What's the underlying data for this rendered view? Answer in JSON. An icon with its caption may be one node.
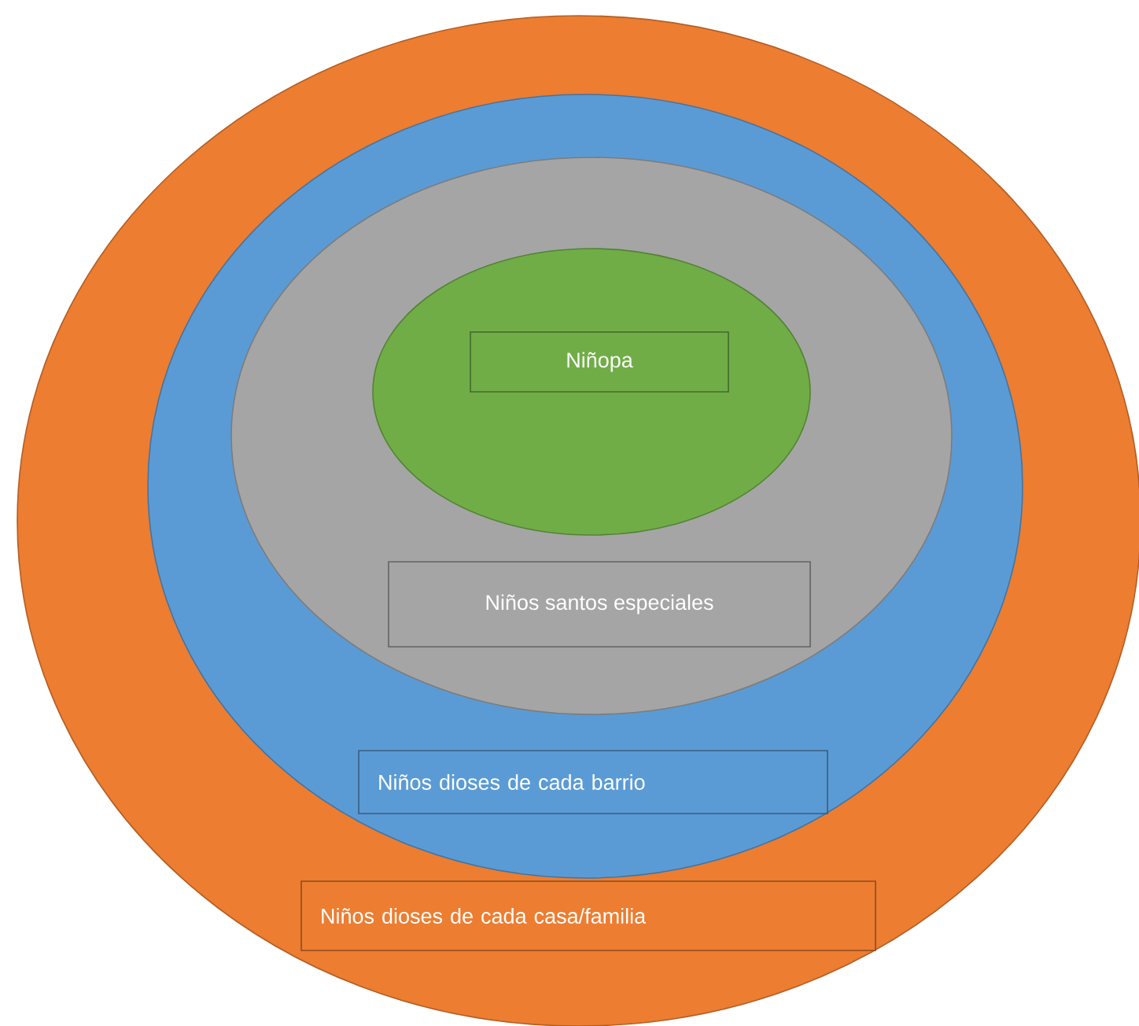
{
  "diagram": {
    "nodes": [
      {
        "text": [],
        "shape": "ellipse"
      },
      {
        "text": [],
        "shape": "ellipse",
        "in": 0
      },
      {
        "text": [],
        "shape": "ellipse",
        "in": 1
      },
      {
        "text": [],
        "shape": "ellipse",
        "in": 2
      },
      {
        "text": [
          "Niñopa"
        ],
        "in": 3
      },
      {
        "text": [
          "Niños santos especiales"
        ],
        "in": 2
      },
      {
        "text": [
          "Niños dioses de cada barrio"
        ],
        "in": 1
      },
      {
        "text": [
          "Niños dioses de cada casa/familia"
        ],
        "in": 0
      }
    ]
  }
}
